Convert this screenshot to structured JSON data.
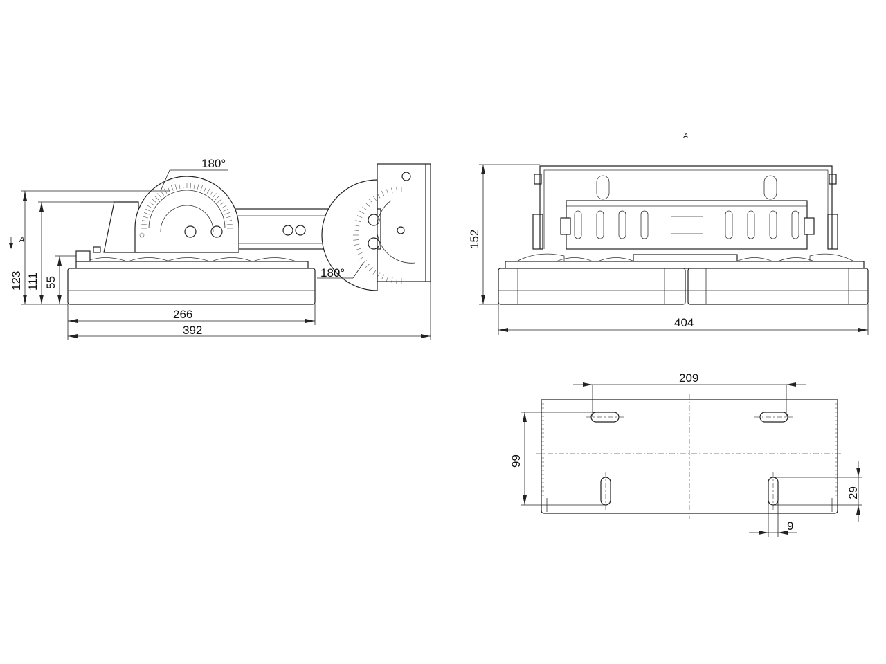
{
  "views": {
    "side": {
      "dimensions": {
        "overall_length": "392",
        "housing_length": "266",
        "height_total": "123",
        "height_mid": "111",
        "height_housing": "55"
      },
      "angles": {
        "top_rotation": "180°",
        "side_rotation": "180°"
      },
      "view_marker": "A"
    },
    "front": {
      "view_label": "A",
      "dimensions": {
        "width": "404",
        "height": "152"
      }
    },
    "bracket": {
      "dimensions": {
        "slot_spacing": "209",
        "slot_vertical": "99",
        "slot_length": "29",
        "slot_width": "9"
      }
    }
  }
}
